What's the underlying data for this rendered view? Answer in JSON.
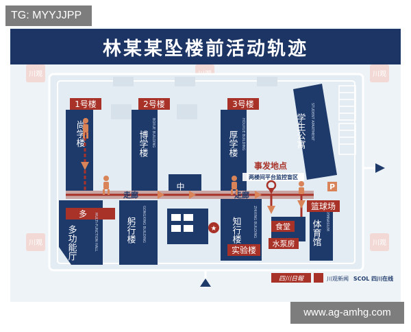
{
  "watermark_top": "TG: MYYJJPP",
  "watermark_bottom": "www.ag-amhg.com",
  "map": {
    "title": "林某某坠楼前活动轨迹",
    "colors": {
      "navy": "#1e3a6b",
      "banner": "#1d3564",
      "marker": "#a83228",
      "person": "#d88458",
      "path": "#a83228",
      "paper": "#eef3f7",
      "road": "#dde6ee",
      "grass": "#e3ecf2"
    },
    "buildings": {
      "b1_tag": "1号楼",
      "b1_name": "尚学楼",
      "b2_tag": "2号楼",
      "b2_name": "博学楼",
      "b2_sub": "BOXUE BUILDING",
      "b3_tag": "3号楼",
      "b3_name": "厚学楼",
      "b3_sub": "HOUXUE BUILDING",
      "center": "中庭",
      "dorm": "学生公寓",
      "dorm_sub": "STUDENT APARTMENT",
      "multi": "多功能厅",
      "multi_sub": "MULTI-FUNCTION HALL",
      "gongxing": "躬行楼",
      "gongxing_sub": "GONGXING BUILDING",
      "zhixing": "知行楼",
      "zhixing_sub": "ZHIXING BUILDING",
      "lab": "实验楼",
      "gym": "体育馆",
      "gym_sub": "GYMNASIUM",
      "basketball": "篮球场",
      "canteen": "食堂",
      "pump": "水泵房"
    },
    "corridor_left": "走廊",
    "corridor_right": "走廊",
    "incident_title": "事发地点",
    "incident_sub": "两楼间平台监控盲区",
    "parking": "P",
    "logos": {
      "l1": "四川日報",
      "l2": "川观新闻",
      "l3": "SCOL 四川在线"
    },
    "tile_mark": "川观"
  }
}
